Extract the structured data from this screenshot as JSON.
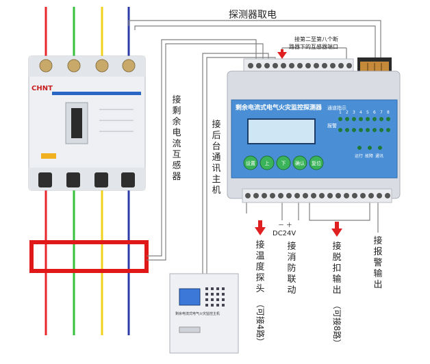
{
  "labels": {
    "detector_power": "探测器取电",
    "sensor_ports_line1": "接第二至第八个断",
    "sensor_ports_line2": "路器下的互感器端口",
    "residual_ct": [
      "接",
      "剩",
      "余",
      "电",
      "流",
      "互",
      "感",
      "器"
    ],
    "host": [
      "接",
      "后",
      "台",
      "通",
      "讯",
      "主",
      "机"
    ],
    "temp_probe": [
      "接",
      "温",
      "度",
      "探",
      "头"
    ],
    "temp_probe_note": "（可接4路）",
    "dc_polarity": "－ ＋",
    "dc_voltage": "DC24V",
    "fire_link": [
      "接",
      "消",
      "防",
      "联",
      "动"
    ],
    "trip_output": [
      "接",
      "脱",
      "扣",
      "输",
      "出"
    ],
    "trip_output_note": "（可接8路）",
    "alarm_output": [
      "接",
      "报",
      "警",
      "输",
      "出"
    ]
  },
  "breaker": {
    "brand": "CHNT"
  },
  "module": {
    "title": "剩余电流式电气火灾监控探测器",
    "channel_label": "通道指示",
    "alarm_label": "报警",
    "channel_numbers": [
      "1",
      "2",
      "3",
      "4",
      "5",
      "6",
      "7",
      "8"
    ],
    "status_labels": [
      "运行",
      "故障",
      "通讯"
    ],
    "buttons": [
      "设置",
      "上",
      "下",
      "确认",
      "复位"
    ]
  },
  "host_unit": {
    "label": "剩余电流式电气火灾监控主机"
  },
  "colors": {
    "wire_red": "#e8262c",
    "wire_green": "#35c23a",
    "wire_yellow": "#f0d21a",
    "wire_blue": "#2c3aa8",
    "module_panel": "#4a8fd6",
    "highlight_box": "#e01818",
    "arrow_red": "#e02020"
  }
}
